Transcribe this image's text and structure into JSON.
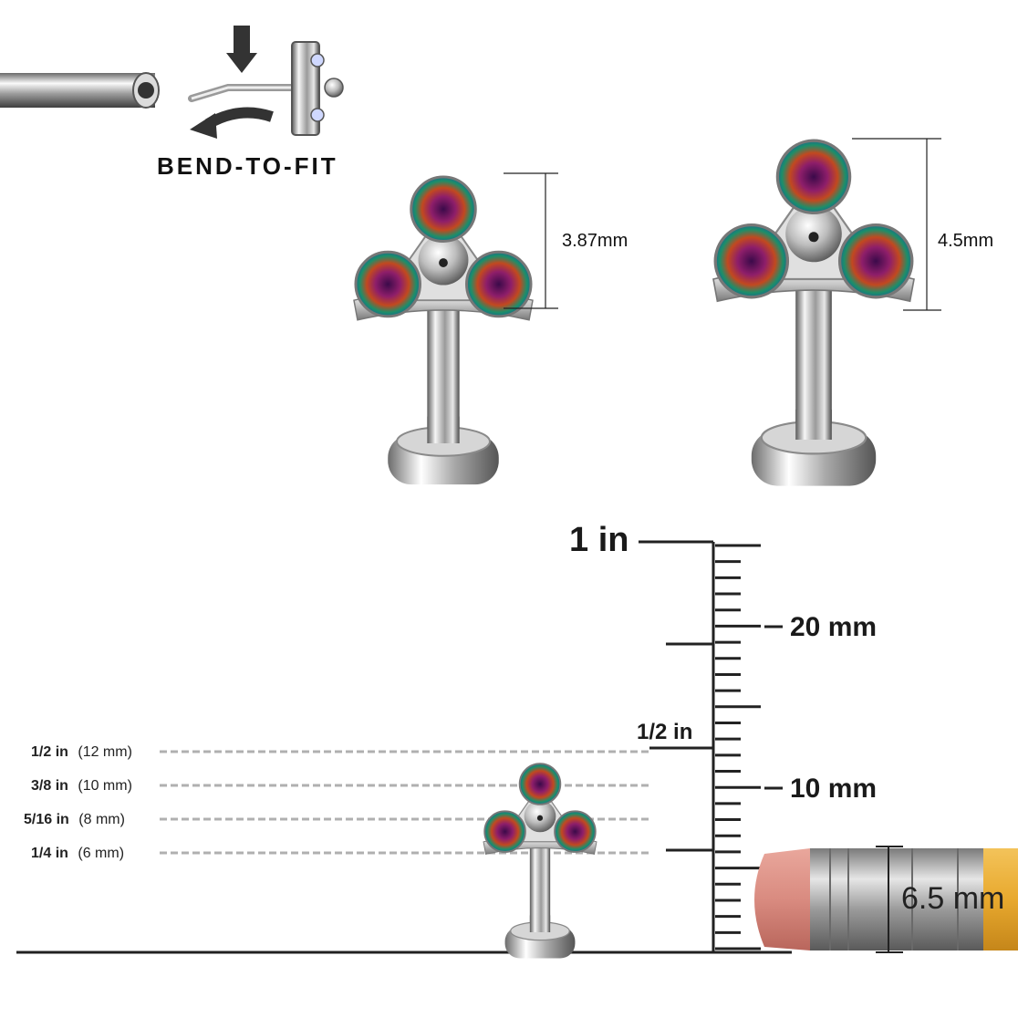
{
  "bend_to_fit": {
    "label": "BEND-TO-FIT"
  },
  "dimensions": {
    "small": "3.87mm",
    "large": "4.5mm"
  },
  "ruler": {
    "one_inch": "1 in",
    "twenty_mm": "20 mm",
    "half_inch": "1/2 in",
    "ten_mm": "10 mm"
  },
  "size_guides": [
    {
      "inch": "1/2 in",
      "mm": "(12 mm)"
    },
    {
      "inch": "3/8 in",
      "mm": "(10 mm)"
    },
    {
      "inch": "5/16 in",
      "mm": "(8 mm)"
    },
    {
      "inch": "1/4 in",
      "mm": "(6 mm)"
    }
  ],
  "pencil": {
    "label": "6.5 mm"
  },
  "colors": {
    "metal_light": "#f4f4f4",
    "metal_dark": "#6e6e6e",
    "gem_purple": "#6a1b9a",
    "gem_green": "#1b8f6a",
    "eraser": "#d98b80",
    "ferrule": "#b5b5b5",
    "pencil_wood": "#e8a92e",
    "guide_dash": "#b0b0b0"
  }
}
